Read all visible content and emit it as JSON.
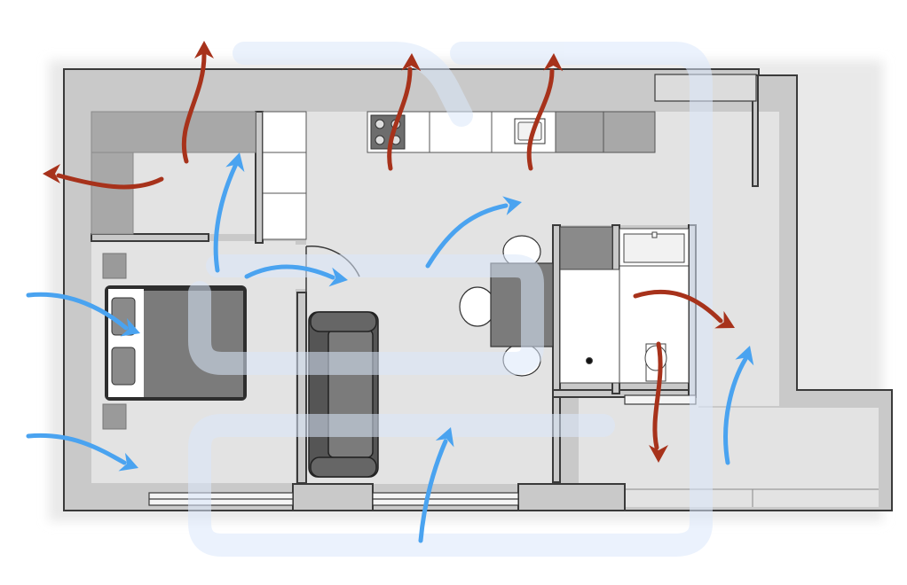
{
  "diagram": {
    "kind": "apartment-floor-plan-ventilation",
    "legend": {},
    "colors": {
      "background": "#ffffff",
      "wall": "#c9c9c9",
      "wall_outline": "#3a3a3a",
      "floor": "#e3e3e3",
      "furniture_dark": "#7b7b7b",
      "furniture_light": "#ffffff",
      "fresh_air_arrow": "#4aa3f0",
      "exhaust_air_arrow": "#a7321b",
      "watermark": "#dbe8fb"
    },
    "icons": {
      "fresh_air": "blue-curved-arrow-icon",
      "exhaust_air": "red-curved-arrow-icon",
      "watermark": "logo-watermark-icon",
      "stove": "stove-icon",
      "sink": "sink-icon"
    },
    "air_flows": [
      {
        "type": "fresh",
        "from": "outside-left",
        "to": "bedroom"
      },
      {
        "type": "fresh",
        "from": "outside-left",
        "to": "bedroom-window"
      },
      {
        "type": "fresh",
        "from": "bedroom",
        "to": "bedroom-wardrobe"
      },
      {
        "type": "fresh",
        "from": "bedroom",
        "to": "living-area"
      },
      {
        "type": "fresh",
        "from": "living-area",
        "to": "kitchen"
      },
      {
        "type": "fresh",
        "from": "outside-bottom",
        "to": "living-area"
      },
      {
        "type": "fresh",
        "from": "balcony",
        "to": "hall"
      },
      {
        "type": "exhaust",
        "from": "bedroom",
        "to": "outside-top"
      },
      {
        "type": "exhaust",
        "from": "bedroom",
        "to": "outside-left"
      },
      {
        "type": "exhaust",
        "from": "kitchen-stove",
        "to": "outside-top"
      },
      {
        "type": "exhaust",
        "from": "kitchen-sink",
        "to": "outside-top"
      },
      {
        "type": "exhaust",
        "from": "bathroom",
        "to": "hall"
      },
      {
        "type": "exhaust",
        "from": "bathroom",
        "to": "balcony"
      }
    ]
  }
}
